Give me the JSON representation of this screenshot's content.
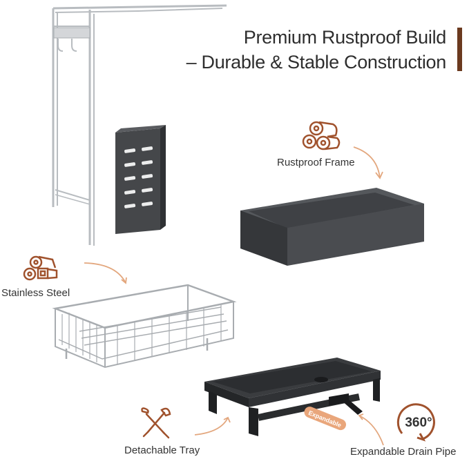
{
  "header": {
    "title_line1": "Premium Rustproof Build",
    "title_line2": "– Durable & Stable Construction"
  },
  "features": {
    "rustproof_frame": "Rustproof Frame",
    "stainless_steel": "Stainless Steel",
    "detachable_tray": "Detachable Tray",
    "drain_pipe": "Expandable Drain Pipe",
    "expandable_tag": "Expandable",
    "rotation": "360°"
  },
  "colors": {
    "accent": "#6b3a1f",
    "icon": "#a0522d",
    "arrow": "#e3a77e",
    "metal_dark": "#3d3f42",
    "chrome": "#b8bcc0"
  }
}
